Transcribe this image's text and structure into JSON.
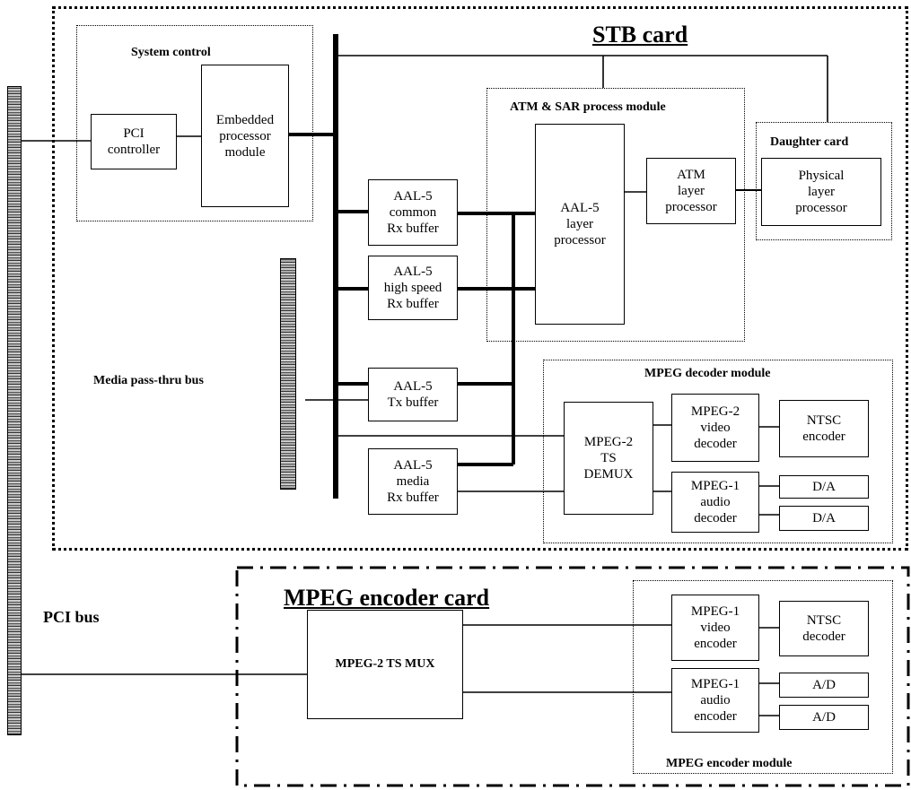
{
  "cards": {
    "stb_title": "STB card",
    "encoder_title": "MPEG encoder card"
  },
  "modules": {
    "system_control": "System control",
    "atm_sar": "ATM & SAR  process module",
    "daughter_card": "Daughter card",
    "mpeg_decoder": "MPEG decoder module",
    "mpeg_encoder": "MPEG encoder module"
  },
  "bus_labels": {
    "media_pass_thru": "Media pass-thru bus",
    "pci_bus": "PCI bus"
  },
  "blocks": {
    "pci_controller": "PCI\ncontroller",
    "embedded_processor": "Embedded\nprocessor\nmodule",
    "aal5_common_rx": "AAL-5\ncommon\nRx buffer",
    "aal5_highspeed_rx": "AAL-5\nhigh speed\nRx buffer",
    "aal5_tx": "AAL-5\nTx buffer",
    "aal5_media_rx": "AAL-5\nmedia\nRx buffer",
    "aal5_layer_processor": "AAL-5\nlayer\nprocessor",
    "atm_layer_processor": "ATM\nlayer\nprocessor",
    "physical_layer_processor": "Physical\nlayer\nprocessor",
    "mpeg2_ts_demux": "MPEG-2\nTS\nDEMUX",
    "mpeg2_video_decoder": "MPEG-2\nvideo\ndecoder",
    "ntsc_encoder": "NTSC\nencoder",
    "mpeg1_audio_decoder": "MPEG-1\naudio\ndecoder",
    "da_1": "D/A",
    "da_2": "D/A",
    "mpeg2_ts_mux": "MPEG-2 TS MUX",
    "mpeg1_video_encoder": "MPEG-1\nvideo\nencoder",
    "ntsc_decoder": "NTSC\ndecoder",
    "mpeg1_audio_encoder": "MPEG-1\naudio\nencoder",
    "ad_1": "A/D",
    "ad_2": "A/D"
  }
}
